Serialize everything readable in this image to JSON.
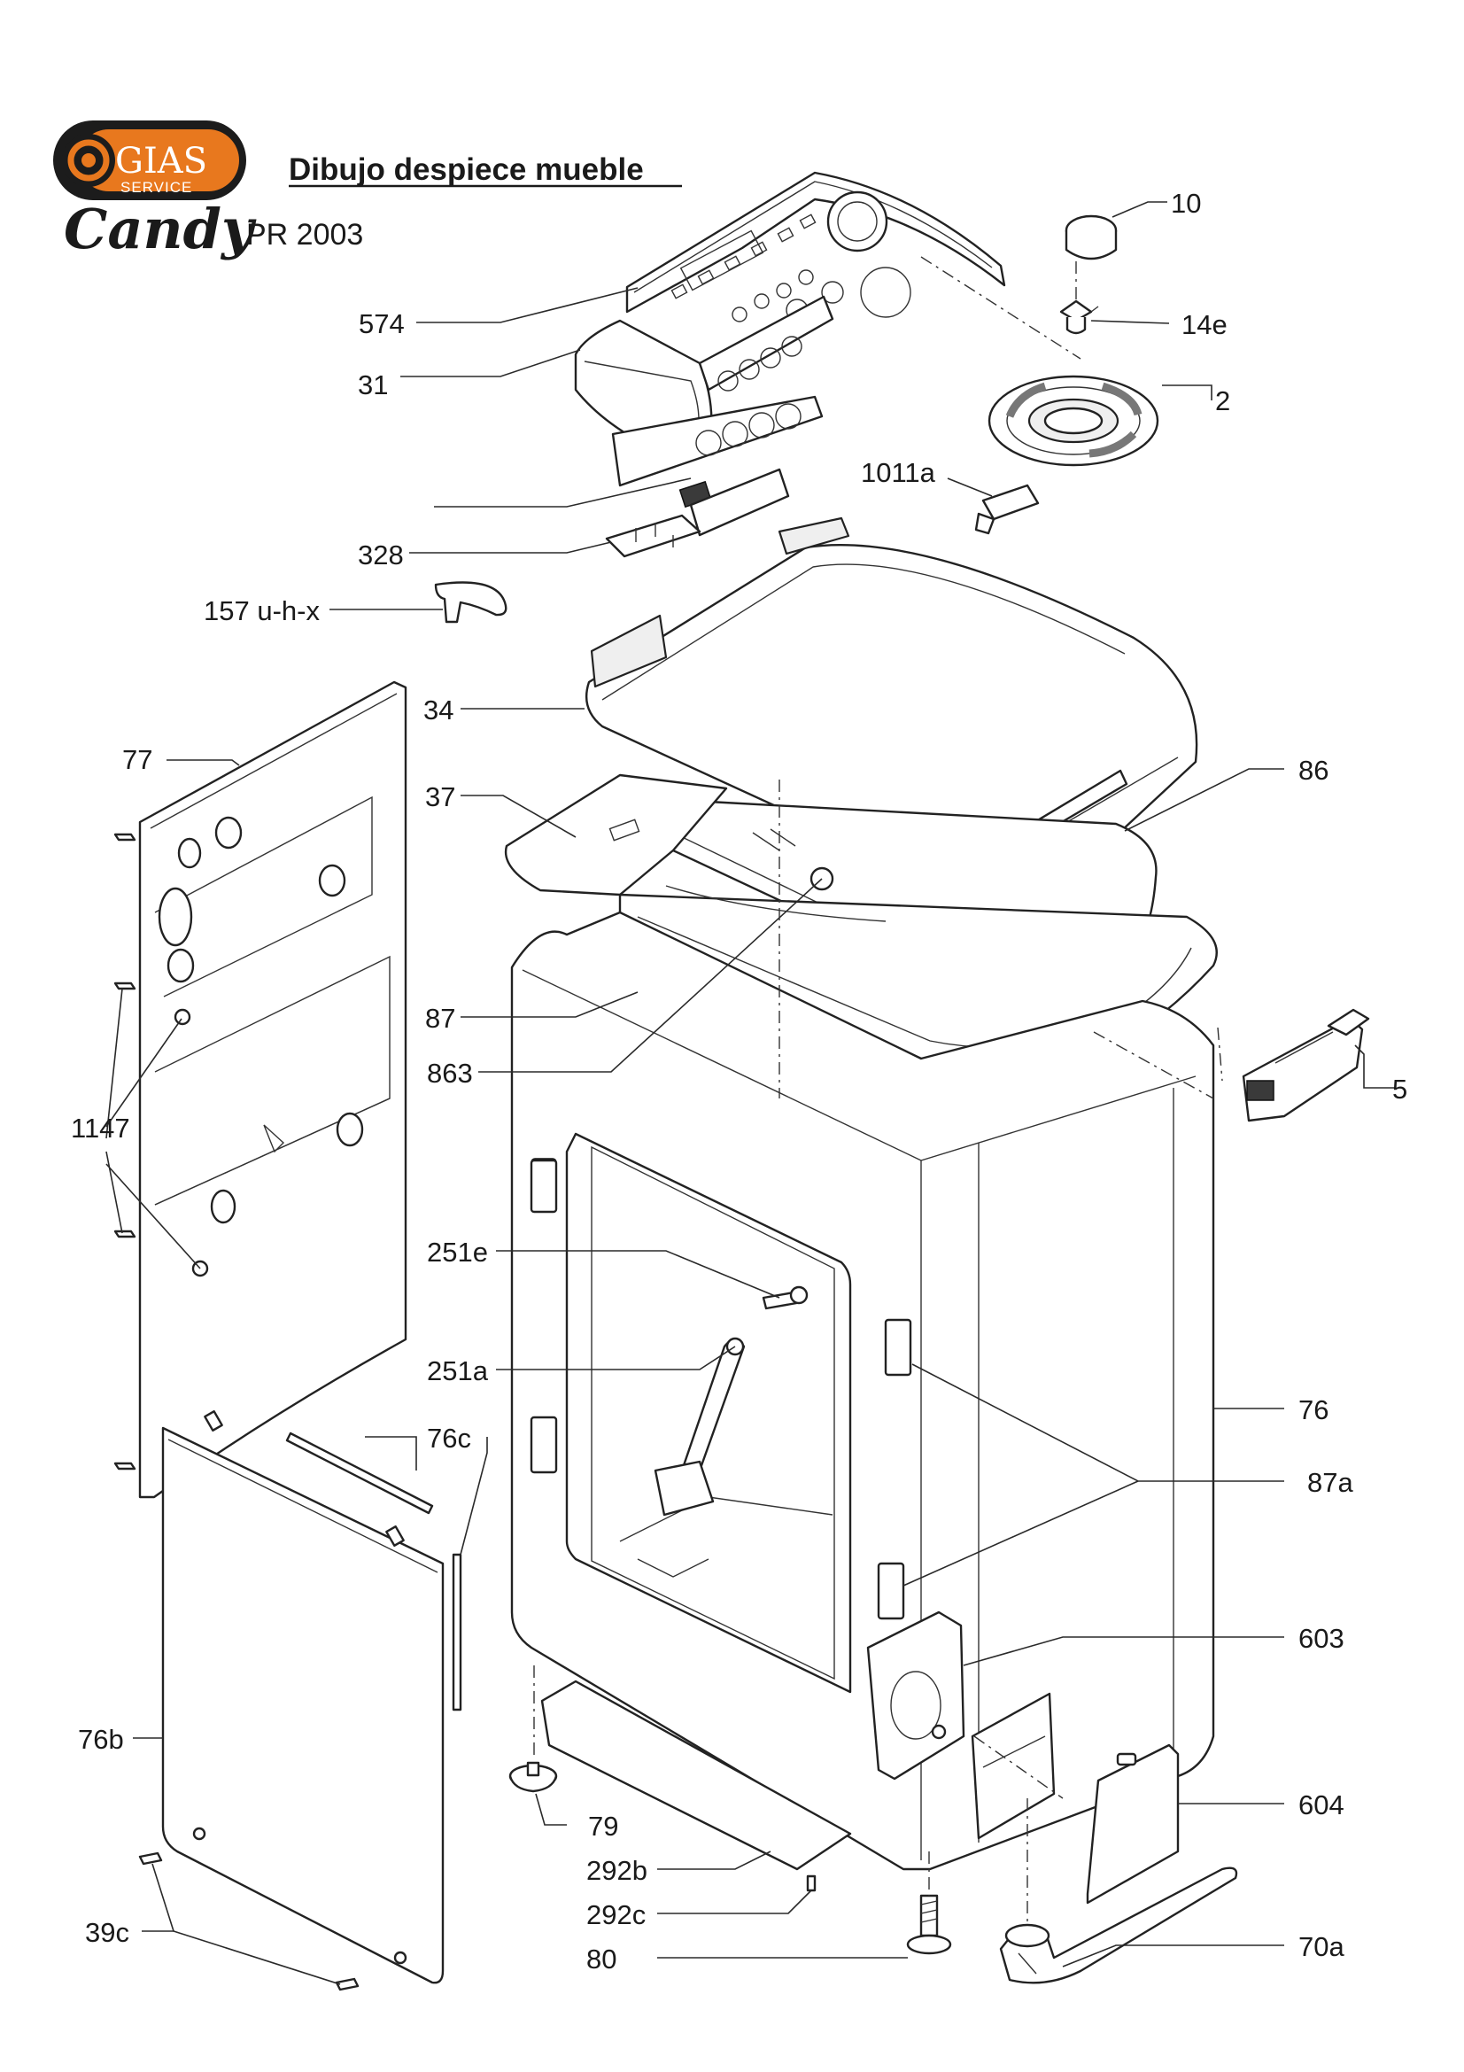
{
  "header": {
    "logo_text": "GIAS",
    "logo_sub": "SERVICE",
    "brand": "Candy",
    "title": "Dibujo despiece mueble",
    "model": "PR 2003"
  },
  "colors": {
    "logo_orange": "#e8781e",
    "logo_dark": "#1c1c1c",
    "line": "#2a2a2a"
  },
  "callouts": [
    {
      "id": "10",
      "text": "10"
    },
    {
      "id": "574",
      "text": "574"
    },
    {
      "id": "14e",
      "text": "14e"
    },
    {
      "id": "31",
      "text": "31"
    },
    {
      "id": "2",
      "text": "2"
    },
    {
      "id": "1011a",
      "text": "1011a"
    },
    {
      "id": "328",
      "text": "328"
    },
    {
      "id": "157",
      "text": "157 u-h-x"
    },
    {
      "id": "34",
      "text": "34"
    },
    {
      "id": "77",
      "text": "77"
    },
    {
      "id": "86",
      "text": "86"
    },
    {
      "id": "37",
      "text": "37"
    },
    {
      "id": "87",
      "text": "87"
    },
    {
      "id": "863",
      "text": "863"
    },
    {
      "id": "5",
      "text": "5"
    },
    {
      "id": "1147",
      "text": "1147"
    },
    {
      "id": "251e",
      "text": "251e"
    },
    {
      "id": "251a",
      "text": "251a"
    },
    {
      "id": "76",
      "text": "76"
    },
    {
      "id": "76c",
      "text": "76c"
    },
    {
      "id": "87a",
      "text": "87a"
    },
    {
      "id": "603",
      "text": "603"
    },
    {
      "id": "76b",
      "text": "76b"
    },
    {
      "id": "79",
      "text": "79"
    },
    {
      "id": "604",
      "text": "604"
    },
    {
      "id": "292b",
      "text": "292b"
    },
    {
      "id": "292c",
      "text": "292c"
    },
    {
      "id": "39c",
      "text": "39c"
    },
    {
      "id": "80",
      "text": "80"
    },
    {
      "id": "70a",
      "text": "70a"
    }
  ]
}
